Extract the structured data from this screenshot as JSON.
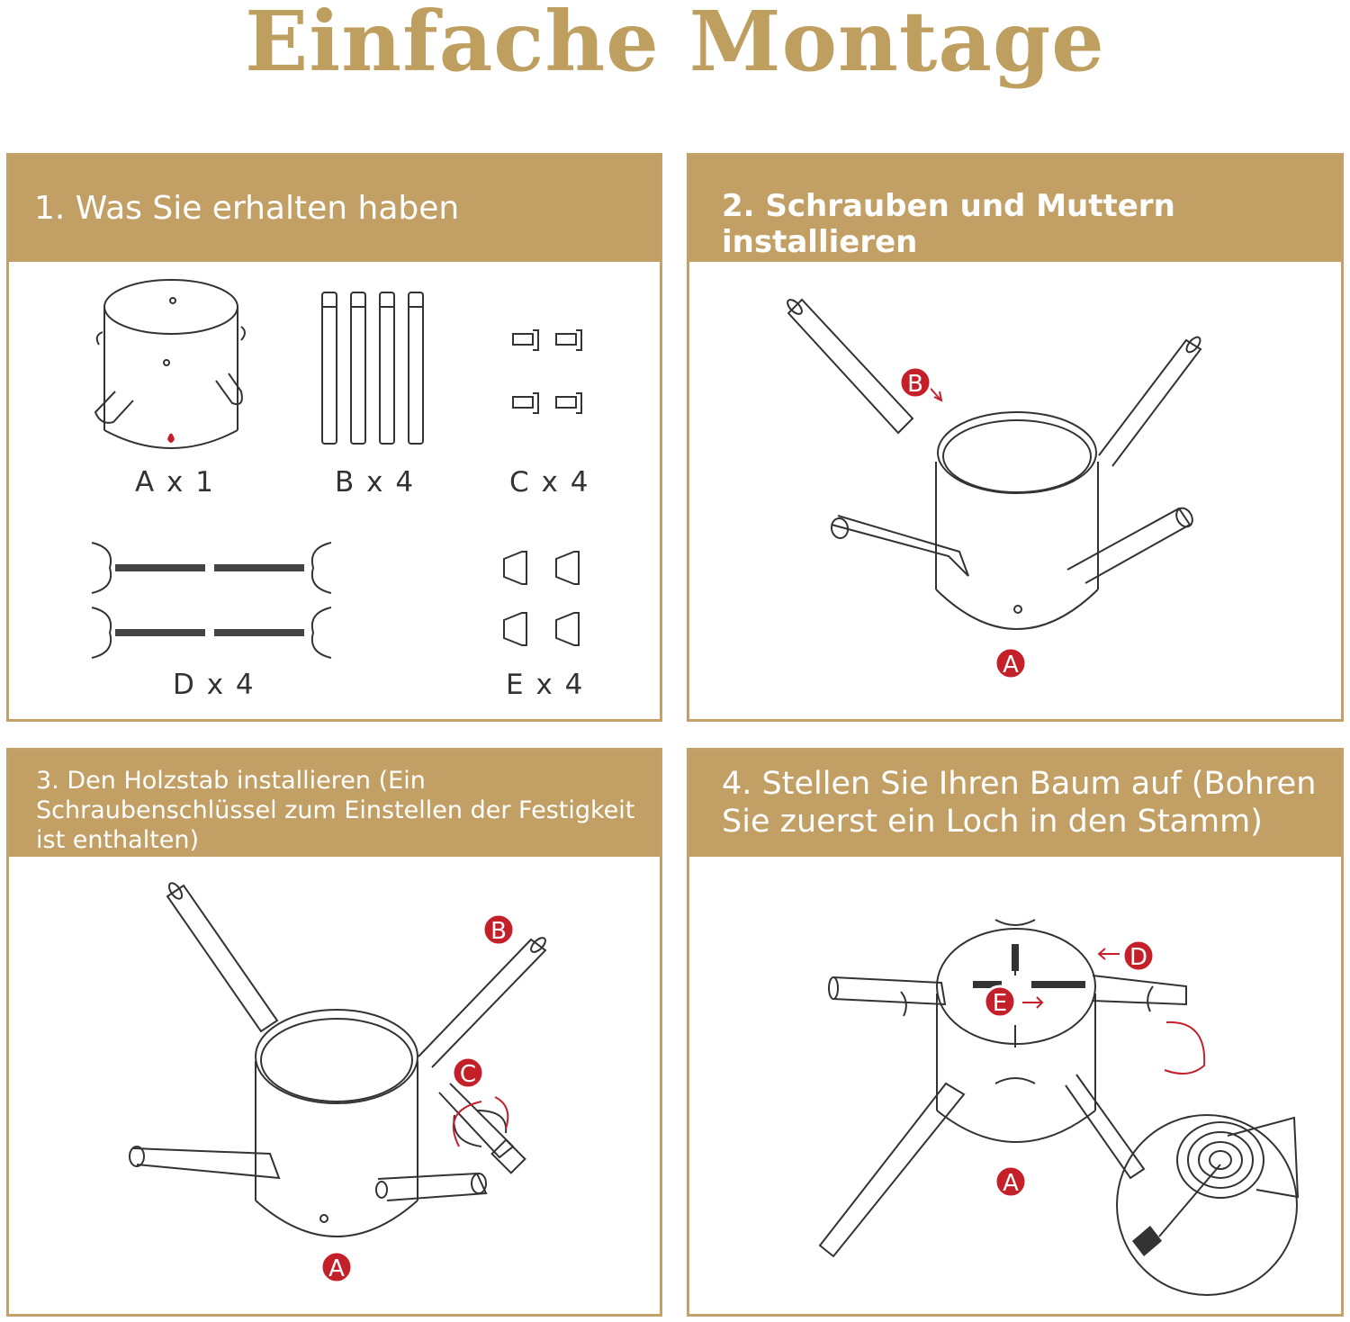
{
  "title": "Einfache Montage",
  "colors": {
    "gold": "#bf9f5f",
    "panel_header": "#c2a065",
    "marker_red": "#c4202a"
  },
  "panels": [
    {
      "heading": "1. Was Sie erhalten haben",
      "parts": [
        "A x 1",
        "B x 4",
        "C x 4",
        "D x 4",
        "E x 4"
      ]
    },
    {
      "heading": "2. Schrauben und Muttern installieren",
      "markers": [
        "B",
        "A"
      ]
    },
    {
      "heading": "3. Den Holzstab installieren (Ein Schraubenschlüssel zum Einstellen der Festigkeit ist enthalten)",
      "markers": [
        "B",
        "C",
        "A"
      ]
    },
    {
      "heading": "4. Stellen Sie Ihren Baum auf (Bohren Sie zuerst ein Loch in den Stamm)",
      "markers": [
        "D",
        "E",
        "A"
      ]
    }
  ]
}
